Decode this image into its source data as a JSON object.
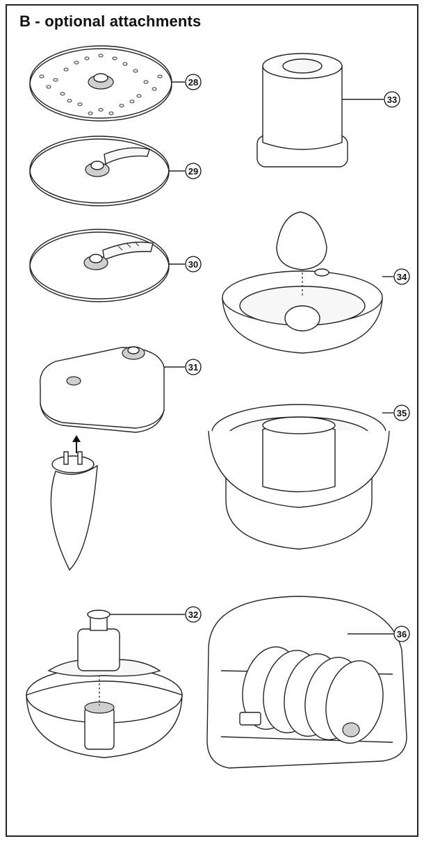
{
  "heading": "B - optional attachments",
  "items": [
    {
      "number": "28",
      "icon": "grating-disc-icon"
    },
    {
      "number": "29",
      "icon": "slicing-disc-icon"
    },
    {
      "number": "30",
      "icon": "slicing-disc-thin-icon"
    },
    {
      "number": "31",
      "icon": "whipping-attachment-icon"
    },
    {
      "number": "32",
      "icon": "chopper-bowl-icon"
    },
    {
      "number": "33",
      "icon": "grinder-attachment-icon"
    },
    {
      "number": "34",
      "icon": "citrus-press-icon"
    },
    {
      "number": "35",
      "icon": "juicer-attachment-icon"
    },
    {
      "number": "36",
      "icon": "disc-storage-box-icon"
    }
  ]
}
